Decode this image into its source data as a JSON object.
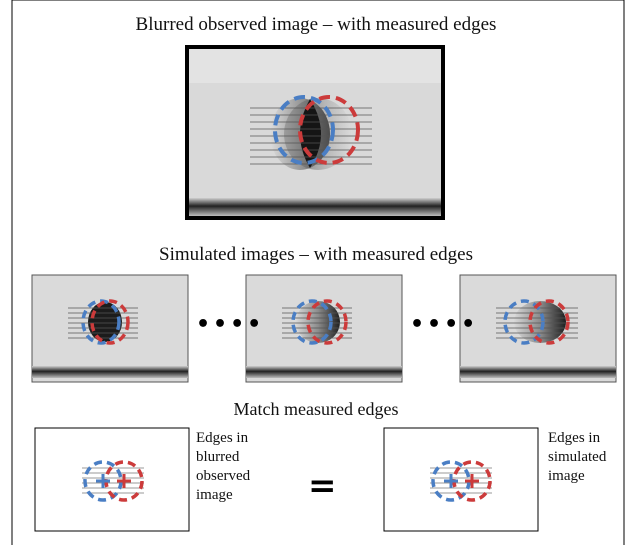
{
  "titles": {
    "observed": "Blurred observed image – with measured edges",
    "simulated": "Simulated images – with measured edges",
    "match": "Match measured edges"
  },
  "ellipsis": "••••",
  "labels": {
    "observed_edges": [
      "Edges in",
      "blurred",
      "observed",
      "image"
    ],
    "simulated_edges": [
      "Edges in",
      "simulated",
      "image"
    ]
  },
  "equals_sign": "=",
  "colors": {
    "blue_edge": "#4a7ec4",
    "red_edge": "#cc3b3b",
    "frame": "#000000",
    "image_bg": "#dcdcdc",
    "dark_object": "#1a1a1a"
  }
}
